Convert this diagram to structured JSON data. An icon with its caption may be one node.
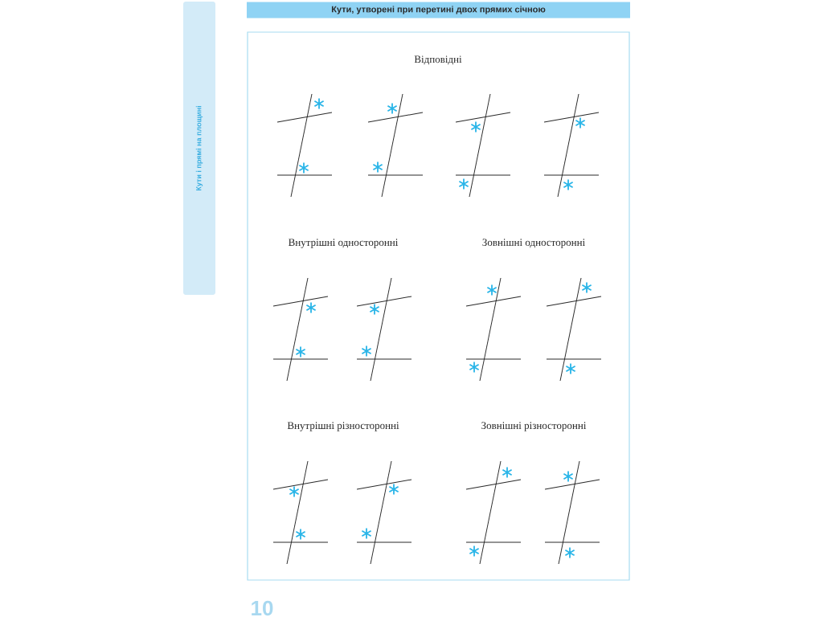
{
  "diagram": {
    "title": "Кути, утворені при перетині двох прямих січною",
    "nodes": [
      {
        "text": [
          "Кути і прямі на площині"
        ]
      }
    ],
    "labels": [
      "Відповідні",
      "Внутрішні односторонні",
      "Зовнішні односторонні",
      "Внутрішні різносторонні",
      "Зовнішні різносторонні",
      "10"
    ]
  }
}
